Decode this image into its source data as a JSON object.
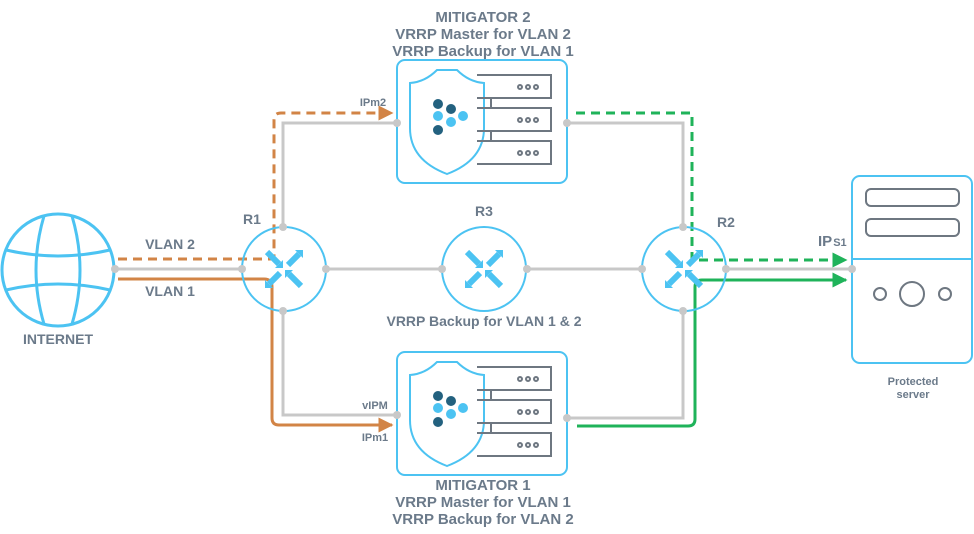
{
  "colors": {
    "cyan": "#4cc3f2",
    "gray_link": "#c8c8c8",
    "orange": "#d28446",
    "green": "#1fb35a",
    "text": "#6b7a8a",
    "dark_dot": "#23617f",
    "rack": "#6e7781"
  },
  "mitigator2": {
    "title": "MITIGATOR 2",
    "line1": "VRRP Master for VLAN 2",
    "line2": "VRRP Backup for VLAN 1",
    "ip_label": "IPm2"
  },
  "mitigator1": {
    "title": "MITIGATOR 1",
    "line1": "VRRP Master for VLAN 1",
    "line2": "VRRP Backup for VLAN 2",
    "vip_label": "vIPM",
    "ip_label": "IPm1"
  },
  "internet": {
    "label": "INTERNET"
  },
  "vlans": {
    "vlan2": "VLAN 2",
    "vlan1": "VLAN 1"
  },
  "routers": {
    "r1": "R1",
    "r2": "R2",
    "r3": "R3",
    "r3_caption": "VRRP Backup for VLAN 1 & 2"
  },
  "server": {
    "ip_main": "IP",
    "ip_sub": "S1",
    "label_line1": "Protected",
    "label_line2": "server"
  }
}
